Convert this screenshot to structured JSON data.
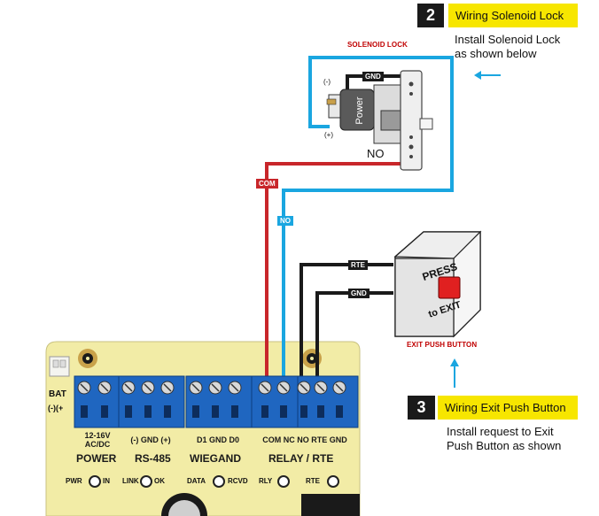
{
  "step2": {
    "number": "2",
    "title": "Wiring Solenoid Lock",
    "desc_line1": "Install Solenoid Lock",
    "desc_line2": "as shown below"
  },
  "step3": {
    "number": "3",
    "title": "Wiring Exit Push Button",
    "desc_line1": "Install request to Exit",
    "desc_line2": "Push Button as shown"
  },
  "solenoid": {
    "caption": "SOLENOID LOCK",
    "power_label": "Power",
    "minus_label": "(-)",
    "plus_label": "(+)",
    "gnd_tag": "GND",
    "no_label": "NO"
  },
  "wires": {
    "com_tag": "COM",
    "no_tag": "NO",
    "rte_tag": "RTE",
    "gnd_tag": "GND"
  },
  "exit_button": {
    "caption": "EXIT PUSH BUTTON",
    "press_text": "PRESS",
    "to_exit_text": "to EXIT"
  },
  "pcb": {
    "bat_label": "BAT",
    "bat_polarity": "(-)(+",
    "power_voltage_line1": "12-16V",
    "power_voltage_line2": "AC/DC",
    "rs485_pins": "(-) GND (+)",
    "wiegand_pins": "D1 GND D0",
    "relay_pins": "COM NC NO RTE GND",
    "section_power": "POWER",
    "section_rs485": "RS-485",
    "section_wiegand": "WIEGAND",
    "section_relay": "RELAY / RTE",
    "led_pwr": "PWR",
    "led_in": "IN",
    "led_link": "LINK",
    "led_ok": "OK",
    "led_data": "DATA",
    "led_rcvd": "RCVD",
    "led_rly": "RLY",
    "led_rte": "RTE"
  },
  "colors": {
    "red_wire": "#c8262a",
    "blue_wire": "#1aa6e0",
    "black_wire": "#1a1a1a",
    "yellow": "#f7e600",
    "pcb": "#f2eca6",
    "terminal": "#1f66c0"
  }
}
